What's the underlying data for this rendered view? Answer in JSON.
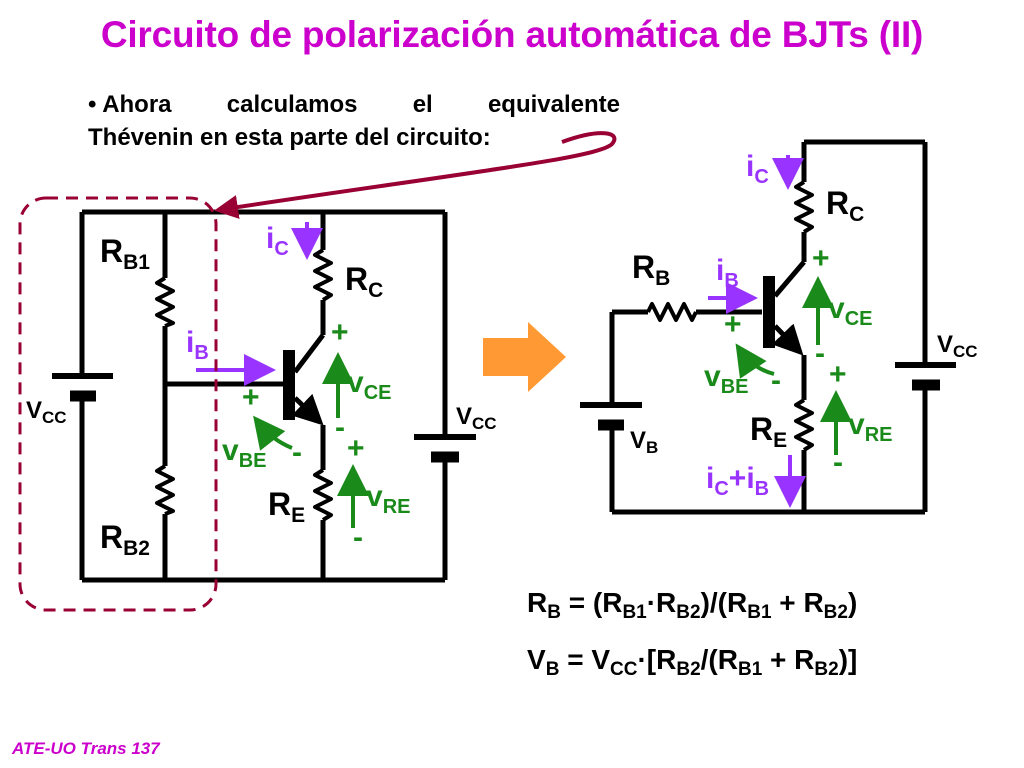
{
  "title": "Circuito de polarización automática de BJTs (II)",
  "bullet": {
    "marker": "•",
    "words": [
      "Ahora",
      "calculamos",
      "el",
      "equivalente"
    ],
    "line2": "Thévenin en esta parte del circuito:"
  },
  "footer": "ATE-UO Trans 137",
  "left_circuit": {
    "rb1": {
      "main": "R",
      "sub": "B1"
    },
    "rb2": {
      "main": "R",
      "sub": "B2"
    },
    "rc": {
      "main": "R",
      "sub": "C"
    },
    "re": {
      "main": "R",
      "sub": "E"
    },
    "vcc_left": {
      "main": "V",
      "sub": "CC"
    },
    "vcc_right": {
      "main": "V",
      "sub": "CC"
    },
    "ib": {
      "main": "i",
      "sub": "B"
    },
    "ic": {
      "main": "i",
      "sub": "C"
    },
    "vce": {
      "main": "v",
      "sub": "CE"
    },
    "vre": {
      "main": "v",
      "sub": "RE"
    },
    "vbe": {
      "main": "v",
      "sub": "BE"
    },
    "plus": "+",
    "minus": "-"
  },
  "right_circuit": {
    "rb": {
      "main": "R",
      "sub": "B"
    },
    "rc": {
      "main": "R",
      "sub": "C"
    },
    "re": {
      "main": "R",
      "sub": "E"
    },
    "vb": {
      "main": "V",
      "sub": "B"
    },
    "vcc": {
      "main": "V",
      "sub": "CC"
    },
    "ib": {
      "main": "i",
      "sub": "B"
    },
    "ic": {
      "main": "i",
      "sub": "C"
    },
    "ie": {
      "p1": "i",
      "s1": "C",
      "p2": "+i",
      "s2": "B"
    },
    "vce": {
      "main": "v",
      "sub": "CE"
    },
    "vre": {
      "main": "v",
      "sub": "RE"
    },
    "vbe": {
      "main": "v",
      "sub": "BE"
    },
    "plus": "+",
    "minus": "-"
  },
  "equations": {
    "rb": {
      "p1": "R",
      "s1": "B",
      "p2": " = (R",
      "s2": "B1",
      "p3": "·R",
      "s3": "B2",
      "p4": ")/(R",
      "s4": "B1",
      "p5": " + R",
      "s5": "B2",
      "p6": ")"
    },
    "vb": {
      "p1": "V",
      "s1": "B",
      "p2": " = V",
      "s2": "CC",
      "p3": "·[R",
      "s3": "B2",
      "p4": "/(R",
      "s4": "B1",
      "p5": " + R",
      "s5": "B2",
      "p6": ")]"
    }
  },
  "colors": {
    "title": "#cc00cc",
    "current_arrows": "#9933ff",
    "voltage_labels": "#1a8a1a",
    "thevenin_box": "#990033",
    "transform_arrow": "#ff9933"
  }
}
